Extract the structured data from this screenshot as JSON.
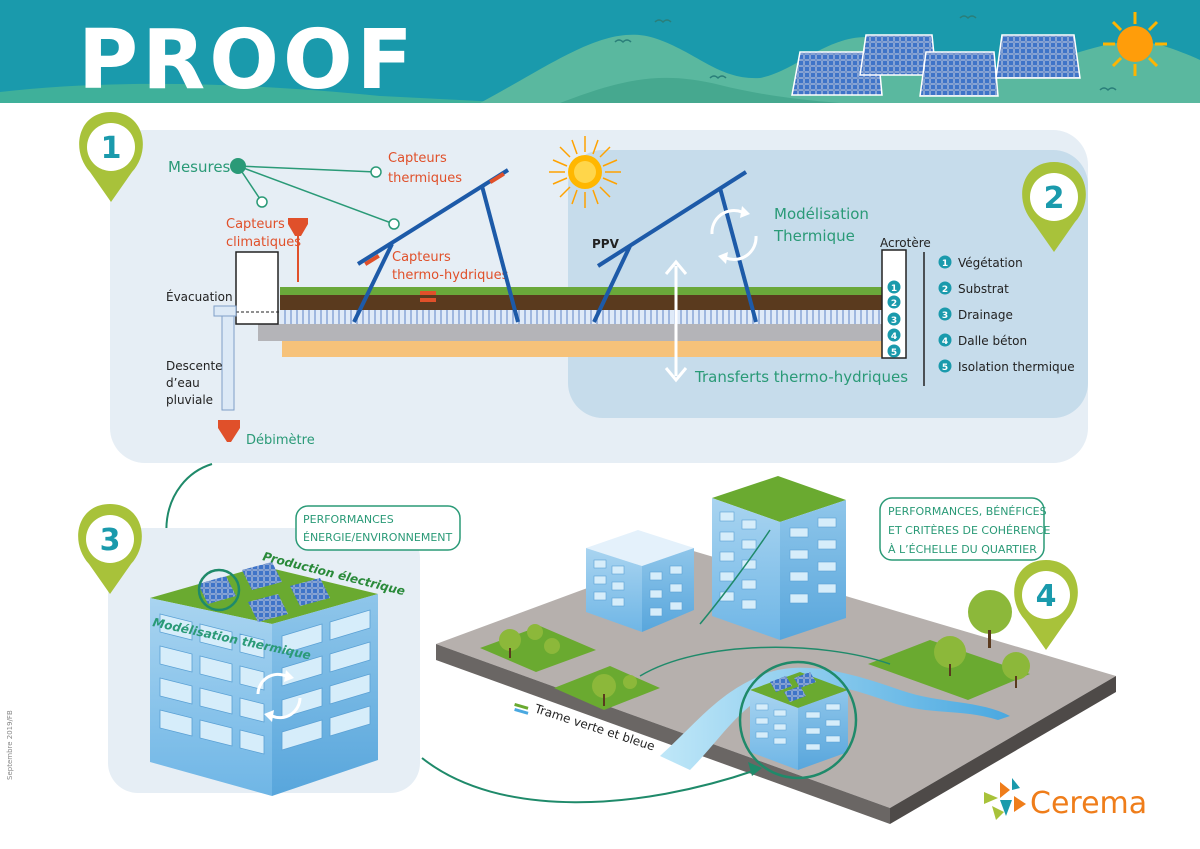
{
  "header": {
    "title": "PROOF"
  },
  "panel1": {
    "badge": "1",
    "mesures": "Mesures",
    "capteurs_thermiques": [
      "Capteurs",
      "thermiques"
    ],
    "capteurs_climatiques": [
      "Capteurs",
      "climatiques"
    ],
    "capteurs_thermo_hydriques": [
      "Capteurs",
      "thermo-hydriques"
    ],
    "evacuation": "Évacuation",
    "descente": [
      "Descente",
      "d’eau",
      "pluviale"
    ],
    "debitmetre": "Débimètre"
  },
  "panel2": {
    "badge": "2",
    "ppv": "PPV",
    "modelisation": [
      "Modélisation",
      "Thermique"
    ],
    "acrotere": "Acrotère",
    "transferts": "Transferts thermo-hydriques",
    "layers": [
      {
        "num": "1",
        "label": "Végétation"
      },
      {
        "num": "2",
        "label": "Substrat"
      },
      {
        "num": "3",
        "label": "Drainage"
      },
      {
        "num": "4",
        "label": "Dalle béton"
      },
      {
        "num": "5",
        "label": "Isolation thermique"
      }
    ]
  },
  "panel3": {
    "badge": "3",
    "performances": [
      "PERFORMANCES",
      "ÉNERGIE/ENVIRONNEMENT"
    ],
    "production": "Production électrique",
    "modelisation": "Modélisation thermique"
  },
  "panel4": {
    "badge": "4",
    "performances": [
      "PERFORMANCES, BÉNÉFICES",
      "ET CRITÈRES DE COHÉRENCE",
      "À L’ÉCHELLE DU QUARTIER"
    ],
    "trame": "Trame verte et bleue"
  },
  "footer": {
    "brand": "Cerema",
    "credit": "Septembre 2019/FB"
  },
  "colors": {
    "header_teal": "#1a9aac",
    "panel_bg": "#e6eef5",
    "panel2_bg": "#c6dceb",
    "green_text": "#2a9a77",
    "orange_text": "#e0502a",
    "pin_green": "#a8c23a",
    "brand_orange": "#ef7d1a"
  }
}
